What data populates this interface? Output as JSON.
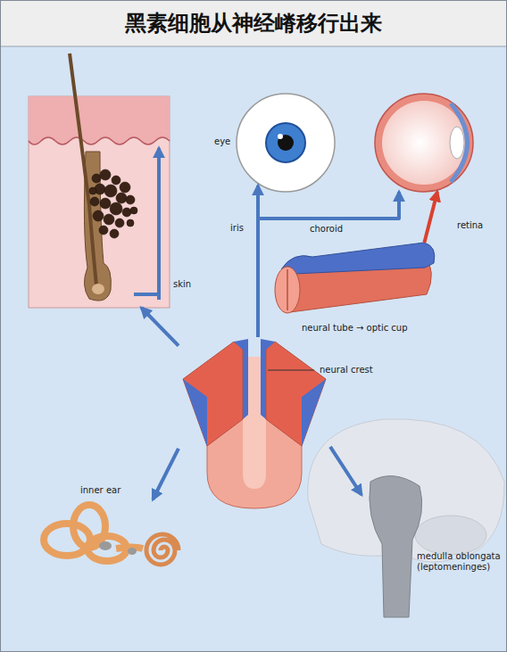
{
  "diagram": {
    "title": "黑素细胞从神经嵴移行出来",
    "nodes": [
      {
        "text": [
          "skin"
        ]
      },
      {
        "text": [
          "eye"
        ]
      },
      {
        "text": [
          "retina"
        ]
      },
      {
        "text": [
          "neural tube → optic cup"
        ]
      },
      {
        "text": [
          "neural crest"
        ]
      },
      {
        "text": [
          "inner ear"
        ]
      },
      {
        "text": [
          "medulla oblongata (leptomeninges)"
        ]
      }
    ],
    "edges": [
      {
        "from": 4,
        "to": 0,
        "arrow": "to"
      },
      {
        "from": 4,
        "to": 1,
        "label": "iris",
        "arrow": "to"
      },
      {
        "from": 4,
        "to": 2,
        "label": "choroid",
        "arrow": "to"
      },
      {
        "from": 3,
        "to": 2,
        "arrow": "to"
      },
      {
        "from": 4,
        "to": 5,
        "arrow": "to"
      },
      {
        "from": 4,
        "to": 6,
        "arrow": "to"
      }
    ]
  }
}
